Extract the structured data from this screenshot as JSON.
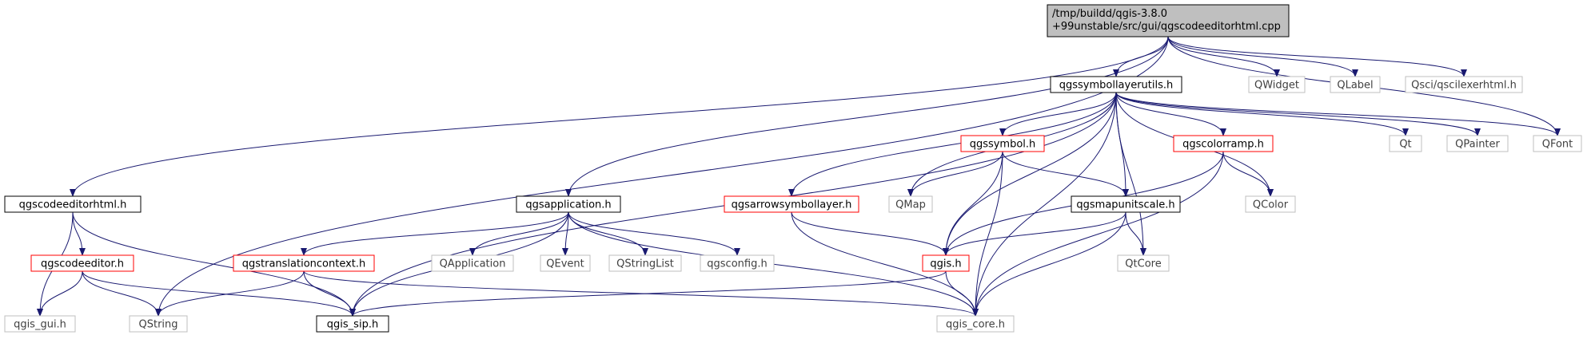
{
  "colors": {
    "edge": "#191970",
    "root_fill": "#bfbfbf",
    "normal_border": "#000000",
    "truncated_border": "#ff0000",
    "external_border": "#bfbfbf",
    "external_text": "#404040",
    "text": "#000000"
  },
  "nodes": [
    {
      "id": "root",
      "lines": [
        "/tmp/buildd/qgis-3.8.0",
        "+99unstable/src/gui/qgscodeeditorhtml.cpp"
      ],
      "kind": "root"
    },
    {
      "id": "qgscodeeditorhtml_h",
      "lines": [
        "qgscodeeditorhtml.h"
      ],
      "kind": "normal"
    },
    {
      "id": "qgscodeeditor_h",
      "lines": [
        "qgscodeeditor.h"
      ],
      "kind": "truncated"
    },
    {
      "id": "qgis_gui_h",
      "lines": [
        "qgis_gui.h"
      ],
      "kind": "external"
    },
    {
      "id": "QString",
      "lines": [
        "QString"
      ],
      "kind": "external"
    },
    {
      "id": "qgis_sip_h",
      "lines": [
        "qgis_sip.h"
      ],
      "kind": "normal"
    },
    {
      "id": "qgsapplication_h",
      "lines": [
        "qgsapplication.h"
      ],
      "kind": "normal"
    },
    {
      "id": "qgstranslationcontext_h",
      "lines": [
        "qgstranslationcontext.h"
      ],
      "kind": "truncated"
    },
    {
      "id": "QApplication",
      "lines": [
        "QApplication"
      ],
      "kind": "external"
    },
    {
      "id": "QEvent",
      "lines": [
        "QEvent"
      ],
      "kind": "external"
    },
    {
      "id": "QStringList",
      "lines": [
        "QStringList"
      ],
      "kind": "external"
    },
    {
      "id": "qgsconfig_h",
      "lines": [
        "qgsconfig.h"
      ],
      "kind": "external"
    },
    {
      "id": "qgis_core_h",
      "lines": [
        "qgis_core.h"
      ],
      "kind": "external"
    },
    {
      "id": "qgssymbollayerutils_h",
      "lines": [
        "qgssymbollayerutils.h"
      ],
      "kind": "normal"
    },
    {
      "id": "qgssymbol_h",
      "lines": [
        "qgssymbol.h"
      ],
      "kind": "truncated"
    },
    {
      "id": "qgsarrowsymbollayer_h",
      "lines": [
        "qgsarrowsymbollayer.h"
      ],
      "kind": "truncated"
    },
    {
      "id": "QMap",
      "lines": [
        "QMap"
      ],
      "kind": "external"
    },
    {
      "id": "qgis_h",
      "lines": [
        "qgis.h"
      ],
      "kind": "truncated"
    },
    {
      "id": "qgsmapunitscale_h",
      "lines": [
        "qgsmapunitscale.h"
      ],
      "kind": "normal"
    },
    {
      "id": "qgscolorramp_h",
      "lines": [
        "qgscolorramp.h"
      ],
      "kind": "truncated"
    },
    {
      "id": "QColor",
      "lines": [
        "QColor"
      ],
      "kind": "external"
    },
    {
      "id": "QtCore",
      "lines": [
        "QtCore"
      ],
      "kind": "external"
    },
    {
      "id": "QWidget",
      "lines": [
        "QWidget"
      ],
      "kind": "external"
    },
    {
      "id": "QLabel",
      "lines": [
        "QLabel"
      ],
      "kind": "external"
    },
    {
      "id": "qscilexerhtml_h",
      "lines": [
        "Qsci/qscilexerhtml.h"
      ],
      "kind": "external"
    },
    {
      "id": "Qt",
      "lines": [
        "Qt"
      ],
      "kind": "external"
    },
    {
      "id": "QPainter",
      "lines": [
        "QPainter"
      ],
      "kind": "external"
    },
    {
      "id": "QFont",
      "lines": [
        "QFont"
      ],
      "kind": "external"
    }
  ],
  "edges": [
    [
      "root",
      "qgscodeeditorhtml_h"
    ],
    [
      "root",
      "QString"
    ],
    [
      "root",
      "qgsapplication_h"
    ],
    [
      "root",
      "qgssymbollayerutils_h"
    ],
    [
      "root",
      "QWidget"
    ],
    [
      "root",
      "QLabel"
    ],
    [
      "root",
      "qscilexerhtml_h"
    ],
    [
      "root",
      "QFont"
    ],
    [
      "qgscodeeditorhtml_h",
      "qgscodeeditor_h"
    ],
    [
      "qgscodeeditorhtml_h",
      "qgis_gui_h"
    ],
    [
      "qgscodeeditorhtml_h",
      "qgis_sip_h"
    ],
    [
      "qgscodeeditor_h",
      "qgis_gui_h"
    ],
    [
      "qgscodeeditor_h",
      "QString"
    ],
    [
      "qgscodeeditor_h",
      "qgis_sip_h"
    ],
    [
      "qgsapplication_h",
      "qgstranslationcontext_h"
    ],
    [
      "qgsapplication_h",
      "qgis_sip_h"
    ],
    [
      "qgsapplication_h",
      "QApplication"
    ],
    [
      "qgsapplication_h",
      "QEvent"
    ],
    [
      "qgsapplication_h",
      "QStringList"
    ],
    [
      "qgsapplication_h",
      "qgsconfig_h"
    ],
    [
      "qgsapplication_h",
      "qgis_core_h"
    ],
    [
      "qgstranslationcontext_h",
      "QString"
    ],
    [
      "qgstranslationcontext_h",
      "qgis_sip_h"
    ],
    [
      "qgstranslationcontext_h",
      "qgis_core_h"
    ],
    [
      "qgssymbollayerutils_h",
      "qgssymbol_h"
    ],
    [
      "qgssymbollayerutils_h",
      "qgsarrowsymbollayer_h"
    ],
    [
      "qgssymbollayerutils_h",
      "QMap"
    ],
    [
      "qgssymbollayerutils_h",
      "qgis_h"
    ],
    [
      "qgssymbollayerutils_h",
      "qgis_sip_h"
    ],
    [
      "qgssymbollayerutils_h",
      "qgsmapunitscale_h"
    ],
    [
      "qgssymbollayerutils_h",
      "qgscolorramp_h"
    ],
    [
      "qgssymbollayerutils_h",
      "QColor"
    ],
    [
      "qgssymbollayerutils_h",
      "QtCore"
    ],
    [
      "qgssymbollayerutils_h",
      "qgis_core_h"
    ],
    [
      "qgssymbollayerutils_h",
      "Qt"
    ],
    [
      "qgssymbollayerutils_h",
      "QPainter"
    ],
    [
      "qgssymbollayerutils_h",
      "QFont"
    ],
    [
      "qgssymbol_h",
      "QMap"
    ],
    [
      "qgssymbol_h",
      "qgis_h"
    ],
    [
      "qgssymbol_h",
      "qgsmapunitscale_h"
    ],
    [
      "qgssymbol_h",
      "qgis_core_h"
    ],
    [
      "qgsarrowsymbollayer_h",
      "qgis_h"
    ],
    [
      "qgsarrowsymbollayer_h",
      "qgis_core_h"
    ],
    [
      "qgis_h",
      "qgis_sip_h"
    ],
    [
      "qgis_h",
      "qgis_core_h"
    ],
    [
      "qgsmapunitscale_h",
      "qgis_h"
    ],
    [
      "qgsmapunitscale_h",
      "QtCore"
    ],
    [
      "qgsmapunitscale_h",
      "qgis_core_h"
    ],
    [
      "qgscolorramp_h",
      "QColor"
    ],
    [
      "qgscolorramp_h",
      "qgis_h"
    ],
    [
      "qgscolorramp_h",
      "qgis_core_h"
    ]
  ]
}
